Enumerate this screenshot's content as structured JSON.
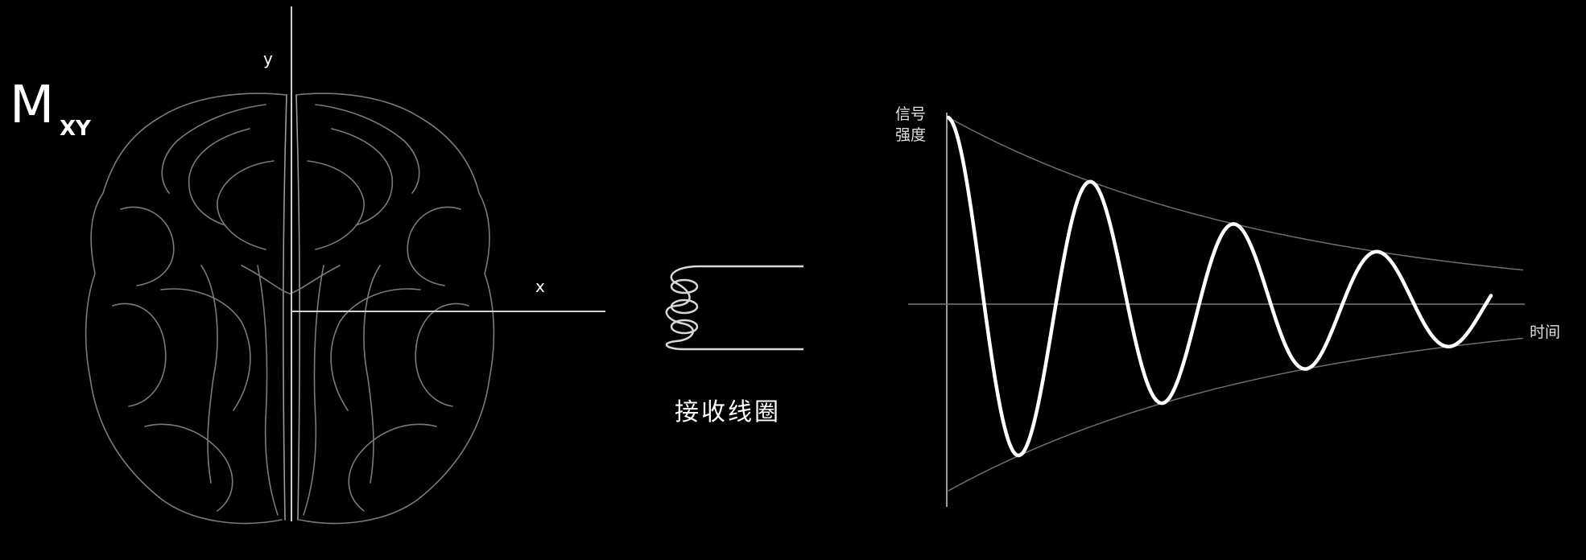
{
  "mxy_label": {
    "main": "M",
    "sub": "XY"
  },
  "axes": {
    "x_label": "x",
    "y_label": "y"
  },
  "coil_label": "接收线圈",
  "signal": {
    "y_label_line1": "信号",
    "y_label_line2": "强度",
    "x_label": "时间"
  },
  "colors": {
    "background": "#000000",
    "line": "#ffffff",
    "faint": "#8a8a8a"
  }
}
